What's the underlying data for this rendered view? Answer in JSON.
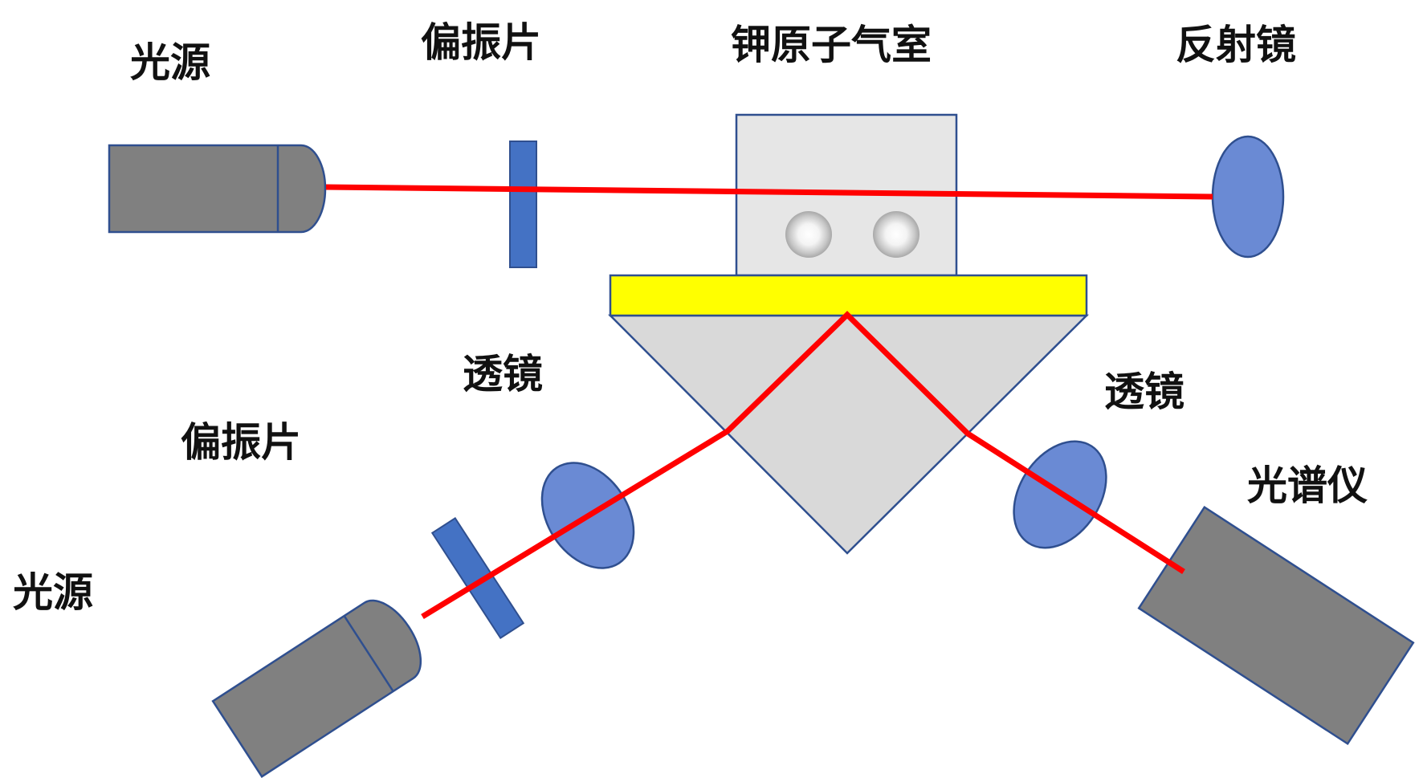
{
  "labels": {
    "source_top": "光源",
    "polarizer_top": "偏振片",
    "vapor_cell": "钾原子气室",
    "mirror": "反射镜",
    "lens_left": "透镜",
    "polarizer_left": "偏振片",
    "lens_right": "透镜",
    "spectrometer": "光谱仪",
    "source_bottom": "光源"
  },
  "colors": {
    "source_body": "#808080",
    "optic_blue": "#6a8ad4",
    "polarizer_blue": "#4472c4",
    "outline": "#2f4f8f",
    "beam": "#ff0000",
    "cell_gray": "#e6e6e6",
    "prism_gray": "#d9d9d9",
    "gold_film": "#ffff00"
  },
  "icons": {
    "source_top": "light-source-icon",
    "source_bottom": "light-source-icon",
    "spectrometer": "spectrometer-icon",
    "mirror": "mirror-icon",
    "lens_left": "lens-icon",
    "lens_right": "lens-icon",
    "polarizer_top": "polarizer-icon",
    "polarizer_left": "polarizer-icon",
    "vapor_cell": "vapor-cell-icon",
    "prism": "prism-icon"
  }
}
